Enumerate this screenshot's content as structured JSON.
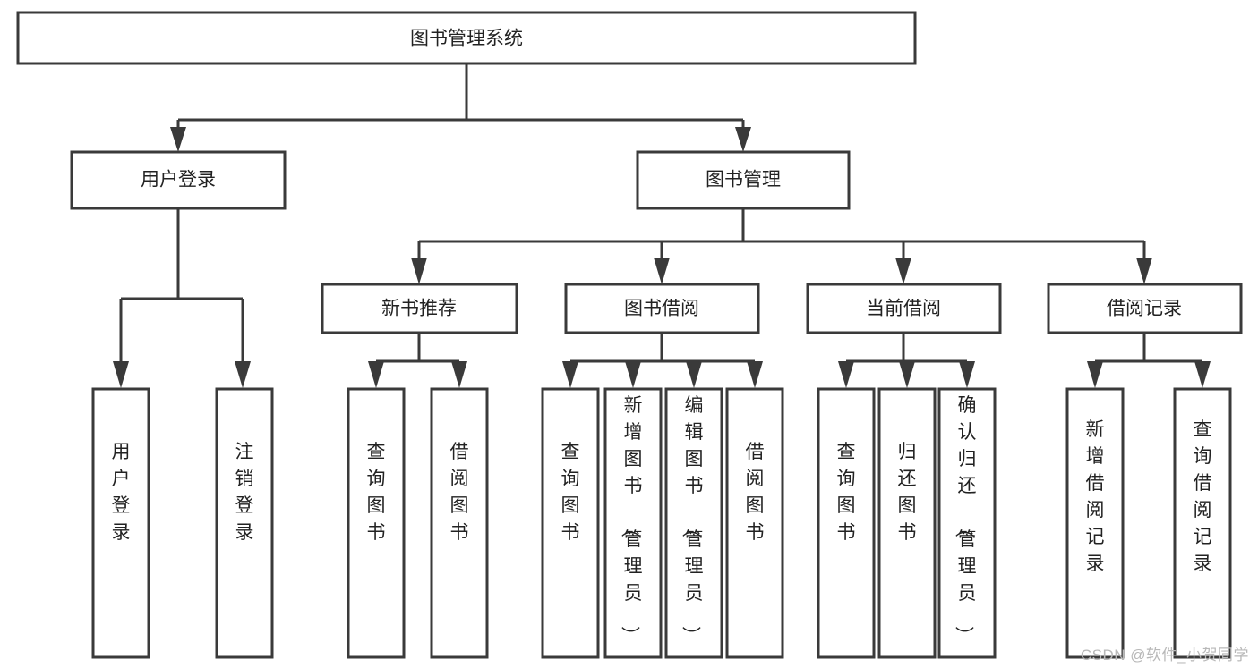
{
  "diagram": {
    "title": "图书管理系统",
    "type": "tree-hierarchy-diagram",
    "colors": {
      "background": "#ffffff",
      "box_stroke": "#3a3a3a",
      "box_fill": "#ffffff",
      "text": "#222222",
      "watermark": "#b8b8b8"
    },
    "watermark": "CSDN @软件_小贺同学",
    "nodes": {
      "root": {
        "label": "图书管理系统",
        "orientation": "horizontal"
      },
      "level2": [
        {
          "id": "user-login",
          "label": "用户登录",
          "orientation": "horizontal"
        },
        {
          "id": "book-manage",
          "label": "图书管理",
          "orientation": "horizontal"
        }
      ],
      "level3": [
        {
          "id": "new-book-recommend",
          "label": "新书推荐",
          "orientation": "horizontal"
        },
        {
          "id": "book-borrow",
          "label": "图书借阅",
          "orientation": "horizontal"
        },
        {
          "id": "current-borrow",
          "label": "当前借阅",
          "orientation": "horizontal"
        },
        {
          "id": "borrow-record",
          "label": "借阅记录",
          "orientation": "horizontal"
        }
      ],
      "leaves": {
        "user-login": [
          {
            "id": "leaf-user-login",
            "label": "用户登录",
            "orientation": "vertical"
          },
          {
            "id": "leaf-logout",
            "label": "注销登录",
            "orientation": "vertical"
          }
        ],
        "new-book-recommend": [
          {
            "id": "leaf-query-book-1",
            "label": "查询图书",
            "orientation": "vertical"
          },
          {
            "id": "leaf-borrow-book-1",
            "label": "借阅图书",
            "orientation": "vertical"
          }
        ],
        "book-borrow": [
          {
            "id": "leaf-query-book-2",
            "label": "查询图书",
            "orientation": "vertical"
          },
          {
            "id": "leaf-add-book",
            "label": "新增图书（管理员）",
            "orientation": "vertical"
          },
          {
            "id": "leaf-edit-book",
            "label": "编辑图书（管理员）",
            "orientation": "vertical"
          },
          {
            "id": "leaf-borrow-book-2",
            "label": "借阅图书",
            "orientation": "vertical"
          }
        ],
        "current-borrow": [
          {
            "id": "leaf-query-book-3",
            "label": "查询图书",
            "orientation": "vertical"
          },
          {
            "id": "leaf-return-book",
            "label": "归还图书",
            "orientation": "vertical"
          },
          {
            "id": "leaf-confirm-return",
            "label": "确认归还（管理员）",
            "orientation": "vertical"
          }
        ],
        "borrow-record": [
          {
            "id": "leaf-add-record",
            "label": "新增借阅记录",
            "orientation": "vertical"
          },
          {
            "id": "leaf-query-record",
            "label": "查询借阅记录",
            "orientation": "vertical"
          }
        ]
      }
    }
  }
}
